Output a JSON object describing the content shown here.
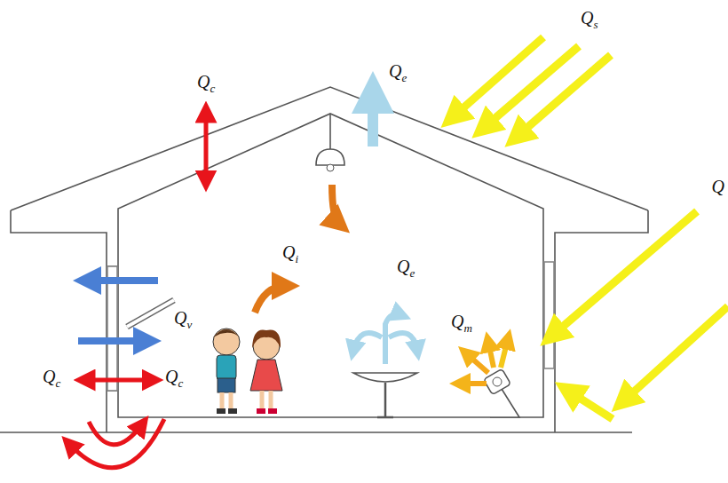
{
  "diagram": {
    "labels": [
      "Qc",
      "Qe",
      "Qs",
      "Q",
      "Qi",
      "Qe",
      "Qv",
      "Qm",
      "Qc",
      "Qc"
    ]
  }
}
